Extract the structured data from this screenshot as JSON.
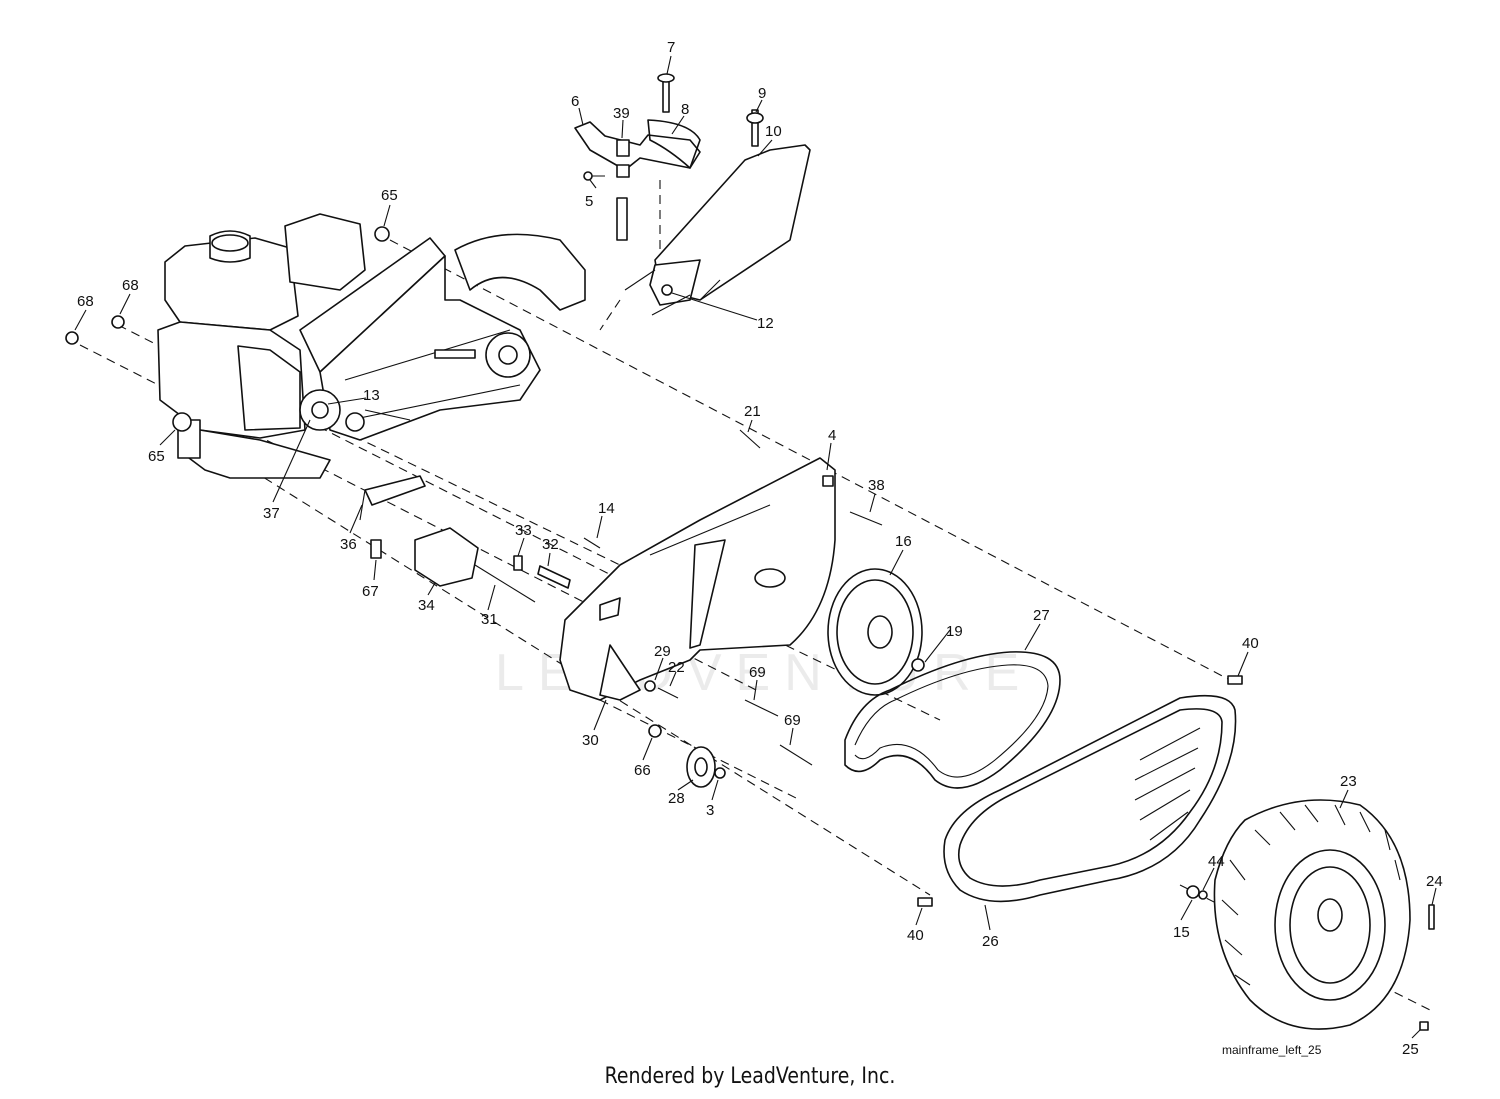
{
  "diagram": {
    "watermark": "LEADVENTURE",
    "reference": "mainframe_left_25",
    "credit": "Rendered by LeadVenture, Inc.",
    "callouts": [
      {
        "id": "c7",
        "label": "7"
      },
      {
        "id": "c6",
        "label": "6"
      },
      {
        "id": "c39",
        "label": "39"
      },
      {
        "id": "c8",
        "label": "8"
      },
      {
        "id": "c9",
        "label": "9"
      },
      {
        "id": "c10",
        "label": "10"
      },
      {
        "id": "c5",
        "label": "5"
      },
      {
        "id": "c65a",
        "label": "65"
      },
      {
        "id": "c68a",
        "label": "68"
      },
      {
        "id": "c68b",
        "label": "68"
      },
      {
        "id": "c12",
        "label": "12"
      },
      {
        "id": "c13",
        "label": "13"
      },
      {
        "id": "c65b",
        "label": "65"
      },
      {
        "id": "c21",
        "label": "21"
      },
      {
        "id": "c4",
        "label": "4"
      },
      {
        "id": "c38",
        "label": "38"
      },
      {
        "id": "c37",
        "label": "37"
      },
      {
        "id": "c36",
        "label": "36"
      },
      {
        "id": "c14",
        "label": "14"
      },
      {
        "id": "c33",
        "label": "33"
      },
      {
        "id": "c32",
        "label": "32"
      },
      {
        "id": "c16",
        "label": "16"
      },
      {
        "id": "c67",
        "label": "67"
      },
      {
        "id": "c34",
        "label": "34"
      },
      {
        "id": "c31",
        "label": "31"
      },
      {
        "id": "c27",
        "label": "27"
      },
      {
        "id": "c19",
        "label": "19"
      },
      {
        "id": "c40a",
        "label": "40"
      },
      {
        "id": "c29",
        "label": "29"
      },
      {
        "id": "c22",
        "label": "22"
      },
      {
        "id": "c69a",
        "label": "69"
      },
      {
        "id": "c30",
        "label": "30"
      },
      {
        "id": "c69b",
        "label": "69"
      },
      {
        "id": "c66",
        "label": "66"
      },
      {
        "id": "c28",
        "label": "28"
      },
      {
        "id": "c3",
        "label": "3"
      },
      {
        "id": "c23",
        "label": "23"
      },
      {
        "id": "c44",
        "label": "44"
      },
      {
        "id": "c24",
        "label": "24"
      },
      {
        "id": "c40b",
        "label": "40"
      },
      {
        "id": "c26",
        "label": "26"
      },
      {
        "id": "c15",
        "label": "15"
      },
      {
        "id": "c25",
        "label": "25"
      }
    ]
  }
}
